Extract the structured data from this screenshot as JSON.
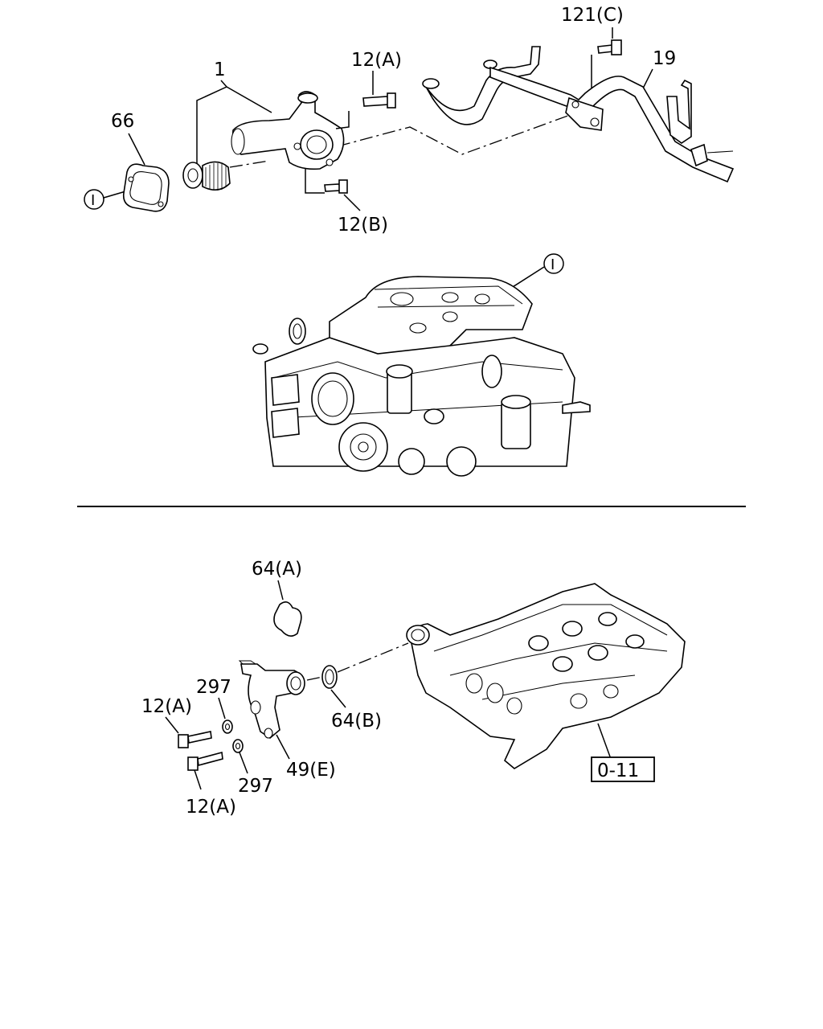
{
  "labels": {
    "part_1": "1",
    "part_66": "66",
    "part_12a_top": "12(A)",
    "part_12b": "12(B)",
    "part_121c": "121(C)",
    "part_19": "19",
    "ref_i_left": "I",
    "ref_i_engine": "I",
    "part_64a": "64(A)",
    "part_64b": "64(B)",
    "part_297_upper": "297",
    "part_297_lower": "297",
    "part_12a_upper": "12(A)",
    "part_12a_lower": "12(A)",
    "part_49e": "49(E)",
    "ref_0_11": "0-11"
  }
}
